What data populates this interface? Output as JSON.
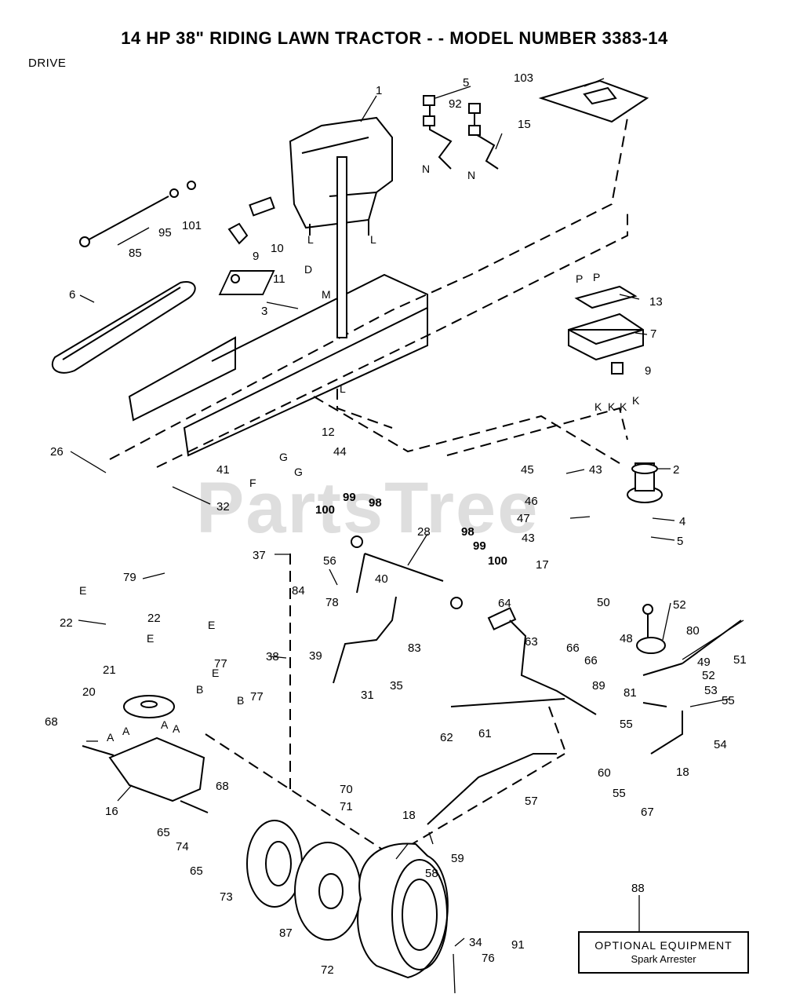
{
  "header": {
    "title": "14 HP 38\" RIDING LAWN TRACTOR - - MODEL NUMBER 3383-14",
    "section": "DRIVE"
  },
  "watermark": "PartsTree",
  "optional_equipment": {
    "callout": "88",
    "title": "OPTIONAL EQUIPMENT",
    "item": "Spark Arrester"
  },
  "callouts": [
    "1",
    "103",
    "5",
    "92",
    "15",
    "95",
    "101",
    "85",
    "9",
    "10",
    "11",
    "6",
    "3",
    "13",
    "7",
    "9",
    "2",
    "4",
    "5",
    "45",
    "43",
    "46",
    "47",
    "43",
    "17",
    "26",
    "32",
    "41",
    "12",
    "44",
    "100",
    "99",
    "98",
    "28",
    "37",
    "56",
    "84",
    "78",
    "40",
    "98",
    "99",
    "100",
    "79",
    "22",
    "22",
    "77",
    "77",
    "21",
    "20",
    "38",
    "39",
    "31",
    "35",
    "83",
    "64",
    "63",
    "66",
    "66",
    "89",
    "50",
    "52",
    "80",
    "51",
    "49",
    "48",
    "52",
    "53",
    "81",
    "55",
    "55",
    "54",
    "18",
    "60",
    "55",
    "67",
    "62",
    "61",
    "68",
    "16",
    "68",
    "70",
    "71",
    "65",
    "74",
    "65",
    "57",
    "18",
    "59",
    "58",
    "73",
    "87",
    "72",
    "34",
    "76",
    "91"
  ],
  "letters": [
    "N",
    "N",
    "L",
    "L",
    "M",
    "D",
    "L",
    "P",
    "P",
    "K",
    "K",
    "K",
    "K",
    "G",
    "G",
    "F",
    "E",
    "E",
    "E",
    "B",
    "B",
    "E",
    "A",
    "A",
    "A",
    "A"
  ]
}
